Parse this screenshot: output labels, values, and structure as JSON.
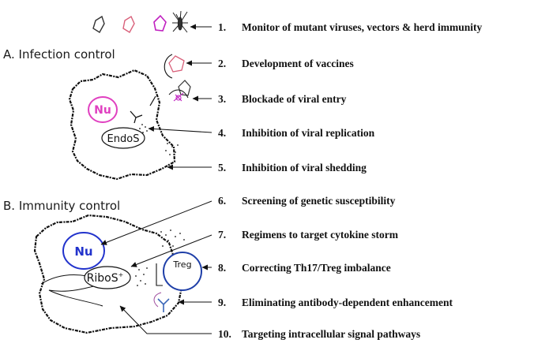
{
  "sections": {
    "infection": "A. Infection control",
    "immunity": "B. Immunity control"
  },
  "cell_labels": {
    "nucleus_a": "Nu",
    "endosome": "EndoS",
    "nucleus_b": "Nu",
    "ribosome": "RiboS",
    "ribosome_sup": "+",
    "treg": "Treg"
  },
  "steps": [
    {
      "num": "1.",
      "text": "Monitor of mutant viruses, vectors & herd immunity"
    },
    {
      "num": "2.",
      "text": "Development of vaccines"
    },
    {
      "num": "3.",
      "text": "Blockade of viral entry"
    },
    {
      "num": "4.",
      "text": "Inhibition of viral replication"
    },
    {
      "num": "5.",
      "text": "Inhibition of viral shedding"
    },
    {
      "num": "6.",
      "text": "Screening of genetic susceptibility"
    },
    {
      "num": "7.",
      "text": "Regimens to target cytokine storm"
    },
    {
      "num": "8.",
      "text": "Correcting Th17/Treg imbalance"
    },
    {
      "num": "9.",
      "text": "Eliminating antibody-dependent enhancement"
    },
    {
      "num": "10.",
      "text": "Targeting intracellular signal pathways"
    }
  ],
  "colors": {
    "nucleus_a": "#e040c0",
    "nucleus_b": "#2233cc",
    "treg": "#1f3fa8",
    "virus_pink": "#d9607a",
    "virus_magenta": "#c020c0",
    "antibody": "#3b67b8"
  }
}
